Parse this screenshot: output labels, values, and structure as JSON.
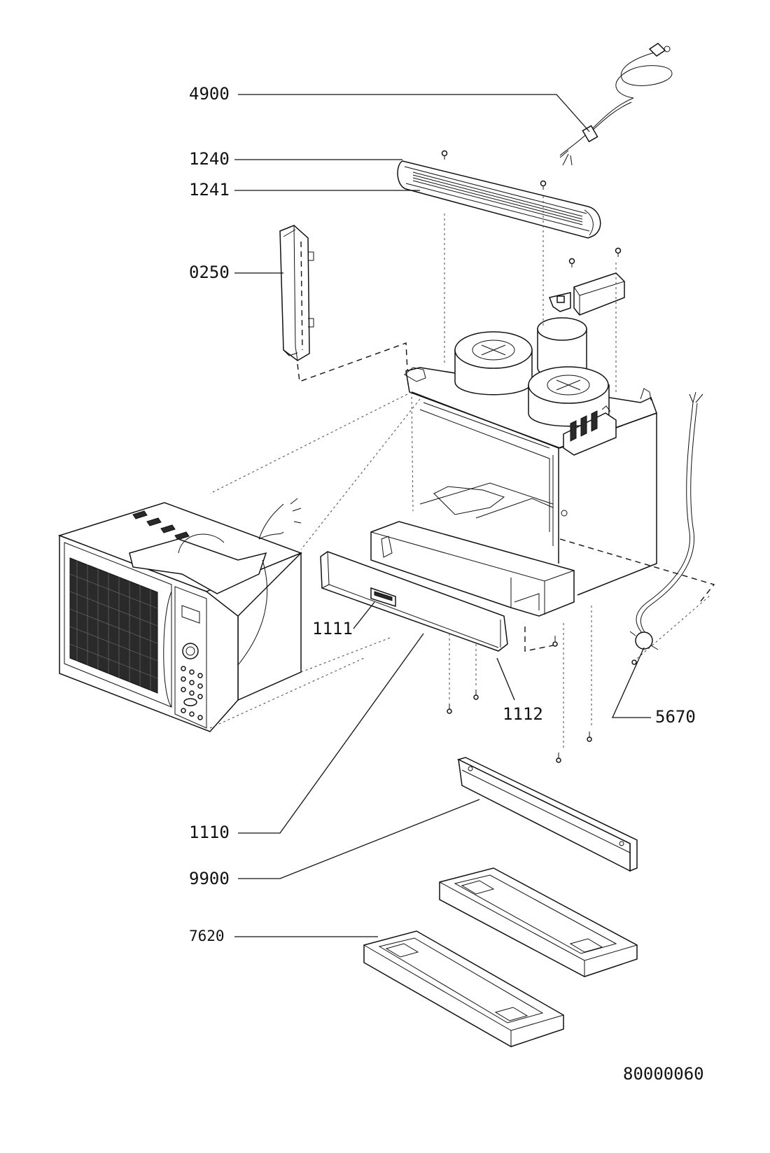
{
  "callouts": [
    {
      "id": "c4900",
      "text": "4900"
    },
    {
      "id": "c1240",
      "text": "1240"
    },
    {
      "id": "c1241",
      "text": "1241"
    },
    {
      "id": "c0250",
      "text": "0250"
    },
    {
      "id": "c1111",
      "text": "1111"
    },
    {
      "id": "c1112",
      "text": "1112"
    },
    {
      "id": "c5670",
      "text": "5670"
    },
    {
      "id": "c1110",
      "text": "1110"
    },
    {
      "id": "c9900",
      "text": "9900"
    },
    {
      "id": "c7620",
      "text": "7620"
    }
  ],
  "drawing_number": "80000060"
}
